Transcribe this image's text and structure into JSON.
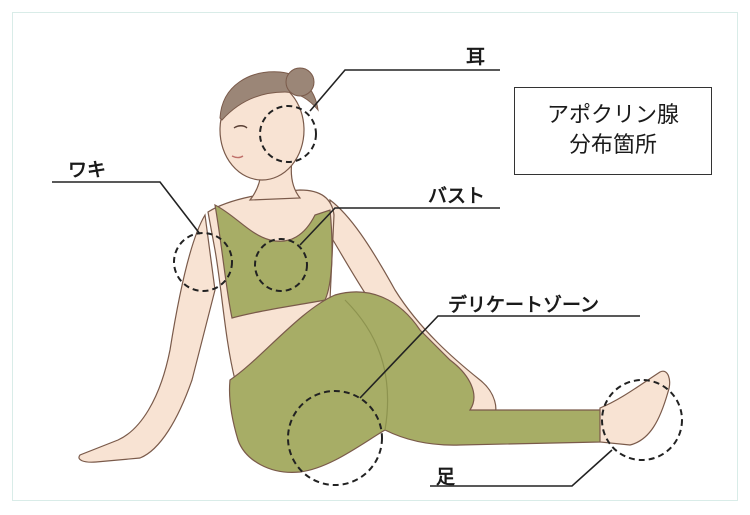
{
  "title": {
    "line1": "アポクリン腺",
    "line2": "分布箇所"
  },
  "labels": {
    "ear": "耳",
    "armpit": "ワキ",
    "bust": "バスト",
    "delicate_zone": "デリケートゾーン",
    "foot": "足"
  },
  "colors": {
    "skin": "#f8e3d3",
    "outline": "#7a5a4a",
    "clothing": "#a7ad66",
    "clothing_dark": "#8d934f",
    "hair": "#9b8677",
    "frame": "#d9ece8"
  }
}
